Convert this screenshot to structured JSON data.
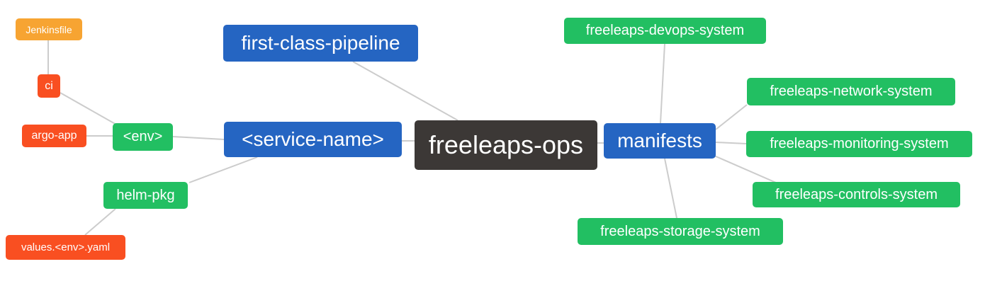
{
  "diagram": {
    "type": "mindmap",
    "nodes": {
      "root": {
        "label": "freeleaps-ops",
        "level": "root"
      },
      "first_class_pipeline": {
        "label": "first-class-pipeline",
        "level": 1
      },
      "service_name": {
        "label": "<service-name>",
        "level": 1
      },
      "manifests": {
        "label": "manifests",
        "level": 1
      },
      "env": {
        "label": "<env>",
        "level": 2
      },
      "helm_pkg": {
        "label": "helm-pkg",
        "level": 2
      },
      "devops": {
        "label": "freeleaps-devops-system",
        "level": 2
      },
      "network": {
        "label": "freeleaps-network-system",
        "level": 2
      },
      "monitoring": {
        "label": "freeleaps-monitoring-system",
        "level": 2
      },
      "controls": {
        "label": "freeleaps-controls-system",
        "level": 2
      },
      "storage": {
        "label": "freeleaps-storage-system",
        "level": 2
      },
      "ci": {
        "label": "ci",
        "level": 3
      },
      "argo_app": {
        "label": "argo-app",
        "level": 3
      },
      "values_yaml": {
        "label": "values.<env>.yaml",
        "level": 3
      },
      "jenkinsfile": {
        "label": "Jenkinsfile",
        "level": 4
      }
    },
    "edges": [
      [
        "root",
        "first_class_pipeline"
      ],
      [
        "root",
        "service_name"
      ],
      [
        "root",
        "manifests"
      ],
      [
        "service_name",
        "env"
      ],
      [
        "service_name",
        "helm_pkg"
      ],
      [
        "env",
        "ci"
      ],
      [
        "env",
        "argo_app"
      ],
      [
        "ci",
        "jenkinsfile"
      ],
      [
        "helm_pkg",
        "values_yaml"
      ],
      [
        "manifests",
        "devops"
      ],
      [
        "manifests",
        "network"
      ],
      [
        "manifests",
        "monitoring"
      ],
      [
        "manifests",
        "controls"
      ],
      [
        "manifests",
        "storage"
      ]
    ],
    "colors": {
      "root_node": "#3c3836",
      "level1_blue": "#2565c2",
      "level2_green": "#22bf62",
      "level3_red": "#f94f21",
      "level4_orange": "#f7a432",
      "connector": "#cccccc",
      "text": "#ffffff",
      "background": "#ffffff"
    }
  }
}
